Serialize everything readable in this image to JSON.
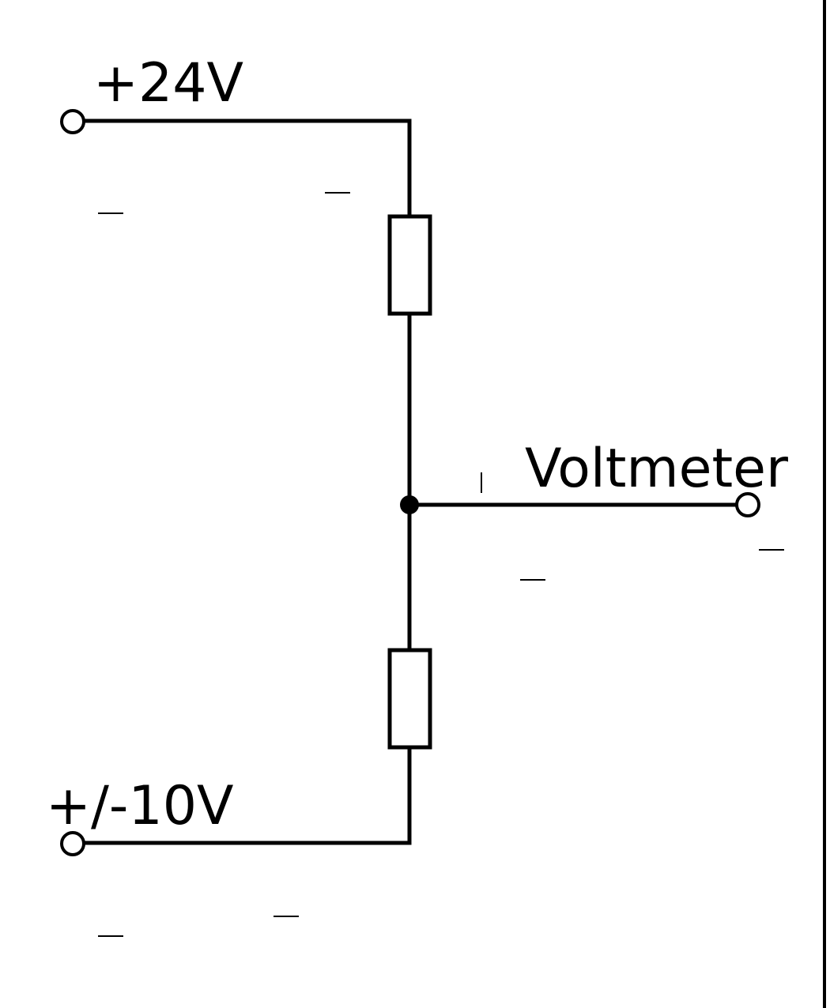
{
  "diagram": {
    "labels": {
      "top_supply": "+24V",
      "bottom_supply": "+/-10V",
      "output": "Voltmeter"
    },
    "colors": {
      "line": "#000000",
      "background": "#ffffff"
    }
  }
}
